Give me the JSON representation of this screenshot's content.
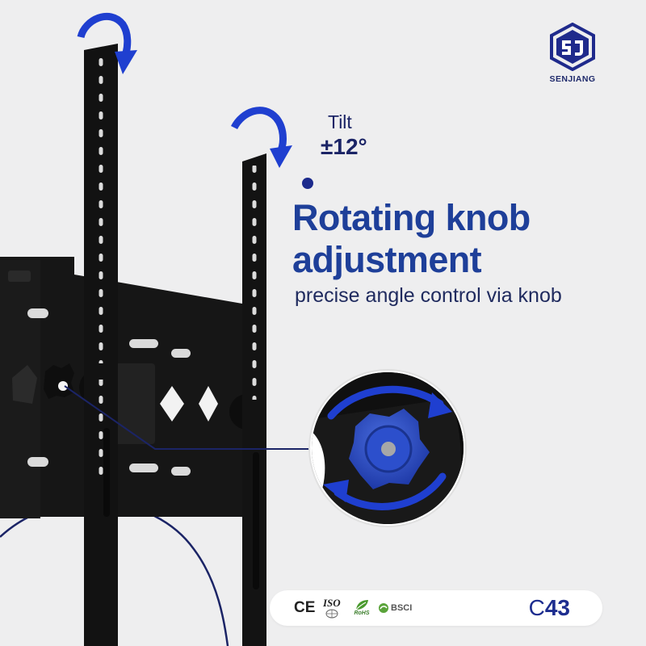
{
  "brand": {
    "name": "SENJIANG"
  },
  "tilt": {
    "label": "Tilt",
    "value": "±12°"
  },
  "headline": {
    "line1": "Rotating knob",
    "line2": "adjustment"
  },
  "subheadline": "precise angle control via knob",
  "certifications": {
    "ce": "CE",
    "iso": "ISO",
    "rohs": "RoHS",
    "bsci": "BSCI"
  },
  "model_code": {
    "letter": "C",
    "number": "43"
  },
  "colors": {
    "accent_blue": "#1e3f99",
    "text_navy": "#1b2466",
    "arrow_blue": "#1f3fd0",
    "knob_blue": "#2b4fc7",
    "bracket_black": "#141414",
    "background": "#eeeeef"
  },
  "icons": {
    "logo": "sj-logo-icon",
    "top_rotate": "curved-rotate-arrow-icon",
    "knob": "rotating-knob-icon",
    "zoom": "knob-zoom-inset-icon"
  }
}
